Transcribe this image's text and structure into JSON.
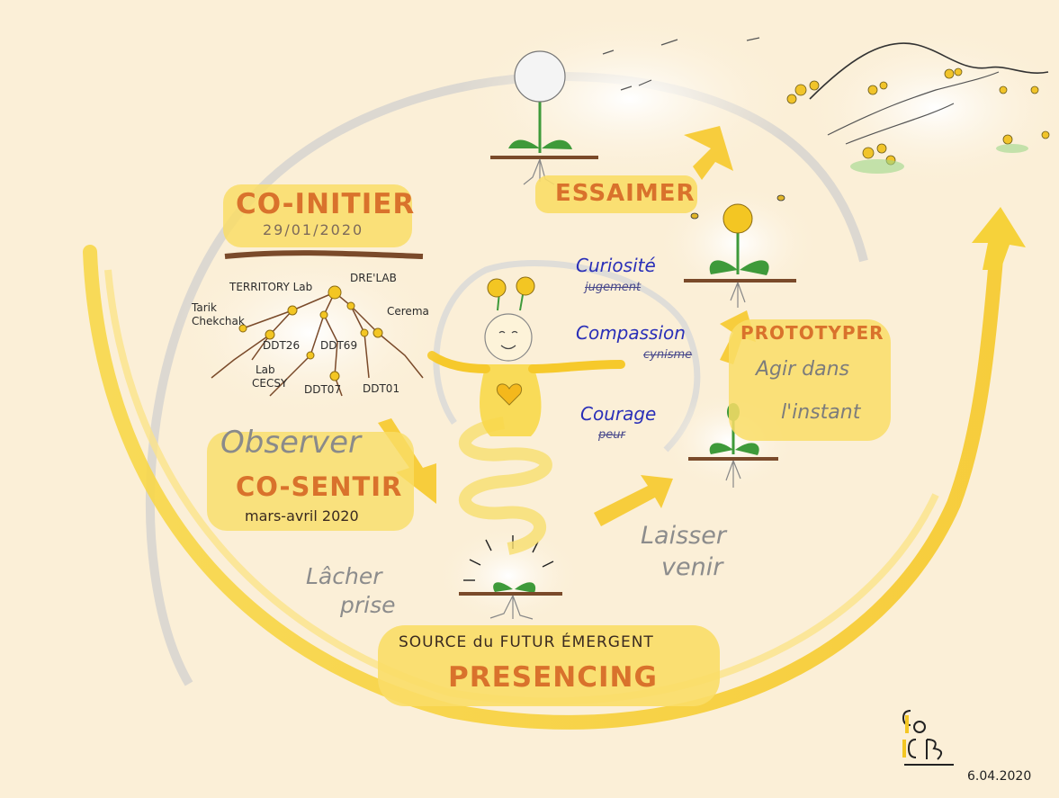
{
  "stages": {
    "co_initier": {
      "title": "CO-INITIER",
      "date": "29/01/2020"
    },
    "co_sentir": {
      "pre": "Observer",
      "title": "CO-SENTIR",
      "date": "mars-avril 2020"
    },
    "presencing": {
      "source": "SOURCE du FUTUR ÉMERGENT",
      "title": "PRESENCING"
    },
    "prototyper": {
      "title": "PROTOTYPER",
      "line1": "Agir dans",
      "line2": "l'instant"
    },
    "essaimer": {
      "title": "ESSAIMER"
    }
  },
  "network": {
    "nodes": [
      "TERRITORY Lab",
      "DRE'LAB",
      "Tarik",
      "Chekchak",
      "Cerema",
      "DDT26",
      "DDT69",
      "Lab",
      "CECSY",
      "DDT07",
      "DDT01"
    ]
  },
  "transitions": {
    "lacher_1": "Lâcher",
    "lacher_2": "prise",
    "laisser_1": "Laisser",
    "laisser_2": "venir"
  },
  "values": [
    {
      "positive": "Curiosité",
      "negative": "jugement"
    },
    {
      "positive": "Compassion",
      "negative": "cynisme"
    },
    {
      "positive": "Courage",
      "negative": "peur"
    }
  ],
  "signature": {
    "date": "6.04.2020"
  },
  "colors": {
    "background": "#fbefd7",
    "yellow": "#f6d23a",
    "yellow_band": "#f9dd67",
    "orange_text": "#d9722c",
    "blue_text": "#2a2fb8",
    "soil": "#7a4a2a",
    "leaf": "#3e9a3a"
  }
}
